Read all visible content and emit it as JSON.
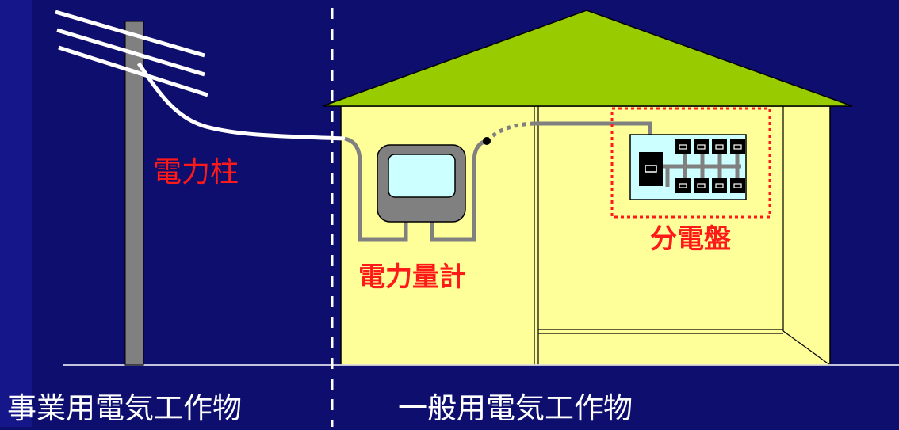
{
  "diagram": {
    "utility_pole_label": "電力柱",
    "meter_label": "電力量計",
    "panel_label": "分電盤",
    "left_category": "事業用電気工作物",
    "right_category": "一般用電気工作物"
  },
  "colors": {
    "background": "#0d0e6e",
    "left_band": "#15168a",
    "roof": "#99cc00",
    "wall": "#ffff99",
    "pole": "#808080",
    "label_red": "#ff1a1a",
    "panel_box": "#ccffff"
  }
}
